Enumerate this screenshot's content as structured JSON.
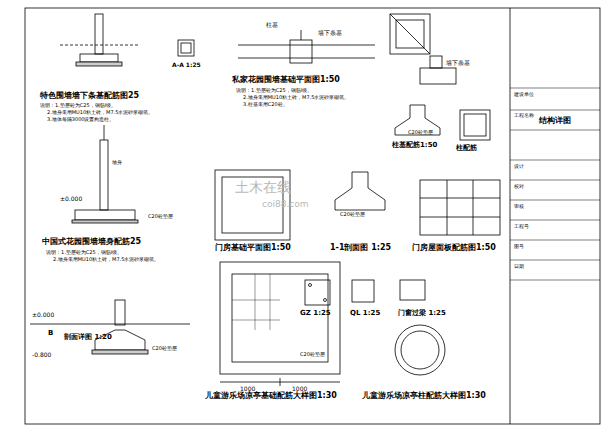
{
  "diagram": {
    "title": "结构详图",
    "labels": [
      "特色围墙墙下条基配筋图25",
      "说明：1.垫层砼为C25，钢筋Ⅰ级。",
      "2.墙身采用MU10粘土砖，M7.5水泥砂浆砌筑。",
      "3.墙体每隔3000设置构造柱。",
      "A-A 1:25",
      "私家花园围墙基础平面图1:50",
      "柱基",
      "墙下条基",
      "说明：1.垫层砼为C25，钢筋Ⅰ级。",
      "2.墙身采用MU10粘土砖，M7.5水泥砂浆砌筑。",
      "3.柱基采用C20砼。",
      "墙下条基",
      "柱基配筋1:50",
      "柱配筋",
      "C20砼垫层",
      "中国式花园围墙墙身配筋25",
      "说明：1.垫层砼为C25，钢筋Ⅰ级。",
      "2.墙身采用MU10粘土砖，M7.5水泥砂浆砌筑。",
      "门房基础平面图1:50",
      "1-1剖面图 1:25",
      "门房屋面板配筋图1:50",
      "C20砼垫层",
      "C20砼垫层",
      "GZ 1:25",
      "QL 1:25",
      "门窗过梁 1:25",
      "剖面详图 1:20",
      "B",
      "±0.000",
      "-0.800",
      "C20砼垫层",
      "儿童游乐场凉亭基础配筋大样图1:30",
      "儿童游乐场凉亭柱配筋大样图1:30",
      "1000",
      "1000",
      "C20砼垫层",
      "土木在线",
      "coi88.com",
      "墙身",
      "±0.000",
      "建设单位",
      "工程名称",
      "设计",
      "校对",
      "审核",
      "工程号",
      "图号",
      "日期"
    ]
  }
}
